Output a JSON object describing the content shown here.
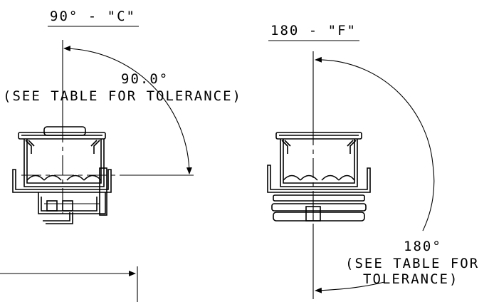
{
  "view_c": {
    "title": "90° - \"C\"",
    "angle": "90.0°",
    "note": "(SEE TABLE FOR TOLERANCE)"
  },
  "view_f": {
    "title": "180 - \"F\"",
    "angle": "180°",
    "note_line1": "(SEE TABLE FOR",
    "note_line2": "TOLERANCE)"
  }
}
